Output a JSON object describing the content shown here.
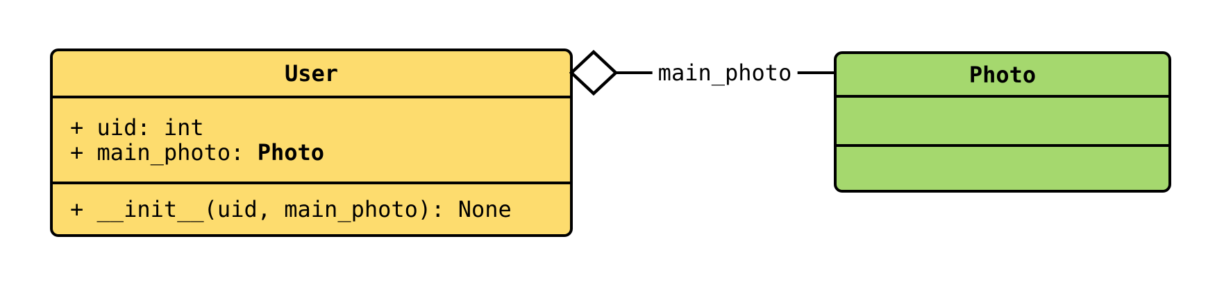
{
  "colors": {
    "background": "#FFFFFF",
    "user_class_fill": "#FDDC6E",
    "photo_class_fill": "#A5D86E",
    "stroke": "#000000"
  },
  "user_class": {
    "title": "User",
    "attributes": {
      "line1": "+ uid: int",
      "line2_prefix": "+ main_photo: ",
      "line2_type": "Photo"
    },
    "methods": {
      "line1": "+ __init__(uid, main_photo): None"
    }
  },
  "photo_class": {
    "title": "Photo"
  },
  "relationship": {
    "type": "aggregation",
    "diamond_style": "hollow",
    "diamond_attached_to": "User",
    "label": "main_photo",
    "from": "User",
    "to": "Photo"
  }
}
